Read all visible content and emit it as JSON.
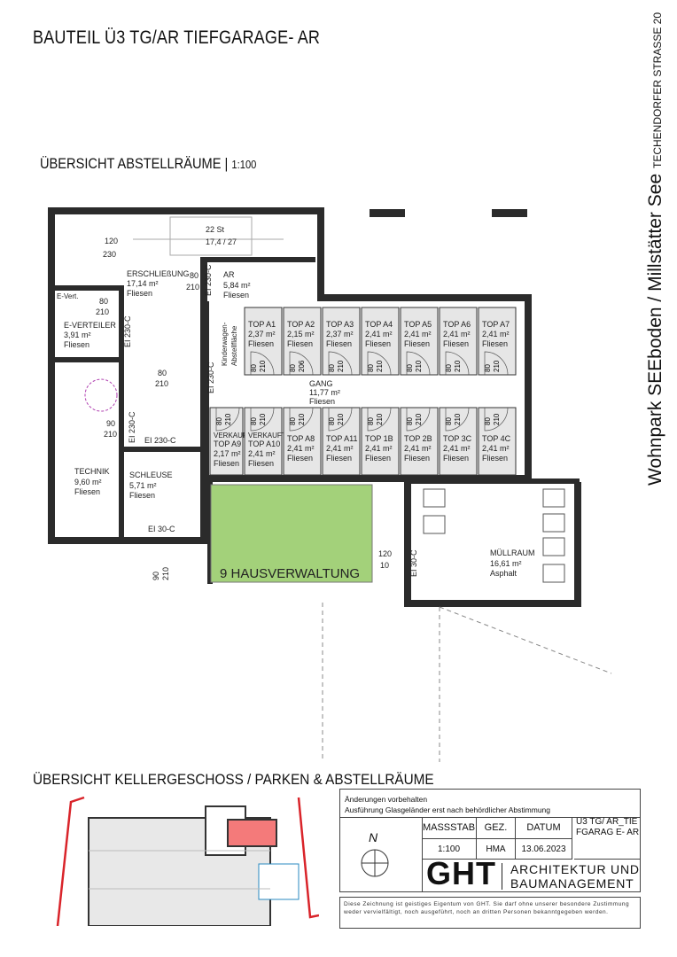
{
  "title": "BAUTEIL Ü3 TG/AR TIEFGARAGE- AR",
  "subtitle": {
    "text": "ÜBERSICHT ABSTELLRÄUME",
    "scale": "1:100"
  },
  "side_title": {
    "main": "Wohnpark SEEboden / Millstätter See",
    "street": "TECHENDORFER STRASSE 20"
  },
  "stairs": {
    "count": "22 St",
    "ratio": "17,4 / 27"
  },
  "rooms": {
    "erschliessung": [
      "ERSCHLIEßUNG",
      "17,14 m²",
      "Fliesen"
    ],
    "ar": [
      "AR",
      "5,84 m²",
      "Fliesen"
    ],
    "everteiler": [
      "E-VERTEILER",
      "3,91 m²",
      "Fliesen"
    ],
    "technik": [
      "TECHNIK",
      "9,60 m²",
      "Fliesen"
    ],
    "schleuse": [
      "SCHLEUSE",
      "5,71 m²",
      "Fliesen"
    ],
    "gang": [
      "GANG",
      "11,77 m²",
      "Fliesen"
    ],
    "muellraum": [
      "MÜLLRAUM",
      "16,61 m²",
      "Asphalt"
    ],
    "kinderwagen": [
      "Kinderwagen-",
      "Abstellfläche"
    ],
    "hausverwaltung": "9 HAUSVERWALTUNG",
    "evert": "E-Vert."
  },
  "storage_top": [
    {
      "name": "TOP A1",
      "area": "2,37 m²",
      "floor": "Fliesen",
      "door": [
        "80",
        "210"
      ]
    },
    {
      "name": "TOP A2",
      "area": "2,15 m²",
      "floor": "Fliesen",
      "door": [
        "80",
        "206"
      ]
    },
    {
      "name": "TOP A3",
      "area": "2,37 m²",
      "floor": "Fliesen",
      "door": [
        "80",
        "210"
      ]
    },
    {
      "name": "TOP A4",
      "area": "2,41 m²",
      "floor": "Fliesen",
      "door": [
        "80",
        "210"
      ]
    },
    {
      "name": "TOP A5",
      "area": "2,41 m²",
      "floor": "Fliesen",
      "door": [
        "80",
        "210"
      ]
    },
    {
      "name": "TOP A6",
      "area": "2,41 m²",
      "floor": "Fliesen",
      "door": [
        "80",
        "210"
      ]
    },
    {
      "name": "TOP A7",
      "area": "2,41 m²",
      "floor": "Fliesen",
      "door": [
        "80",
        "210"
      ]
    }
  ],
  "storage_bottom": [
    {
      "name": "TOP A9",
      "area": "2,17 m²",
      "floor": "Fliesen",
      "status": "VERKAUFT",
      "door": [
        "80",
        "210"
      ]
    },
    {
      "name": "TOP A10",
      "area": "2,41 m²",
      "floor": "Fliesen",
      "status": "VERKAUFT",
      "door": [
        "80",
        "210"
      ]
    },
    {
      "name": "TOP A8",
      "area": "2,41 m²",
      "floor": "Fliesen",
      "door": [
        "80",
        "210"
      ]
    },
    {
      "name": "TOP  A11",
      "area": "2,41 m²",
      "floor": "Fliesen",
      "door": [
        "80",
        "210"
      ]
    },
    {
      "name": "TOP 1B",
      "area": "2,41 m²",
      "floor": "Fliesen",
      "door": [
        "80",
        "210"
      ]
    },
    {
      "name": "TOP 2B",
      "area": "2,41 m²",
      "floor": "Fliesen",
      "door": [
        "80",
        "210"
      ]
    },
    {
      "name": "TOP 3C",
      "area": "2,41 m²",
      "floor": "Fliesen",
      "door": [
        "80",
        "210"
      ]
    },
    {
      "name": "TOP 4C",
      "area": "2,41 m²",
      "floor": "Fliesen",
      "door": [
        "80",
        "210"
      ]
    }
  ],
  "doors": {
    "d80": "80",
    "d90": "90",
    "d120": "120",
    "d210": "210",
    "d230": "230",
    "d10": "10",
    "ei230c": "EI 230-C",
    "ei30c": "EI 30-C"
  },
  "overview_title": "ÜBERSICHT KELLERGESCHOSS / PARKEN & ABSTELLRÄUME",
  "title_block": {
    "notes": [
      "Änderungen vorbehalten",
      "Ausführung Glasgeländer erst nach behördlicher Abstimmung"
    ],
    "north": "N",
    "headers": [
      "MASSSTAB",
      "GEZ.",
      "DATUM"
    ],
    "values": [
      "1:100",
      "HMA",
      "13.06.2023"
    ],
    "plan_id": "Ü3 TG/ AR_TIEFGARAG E- AR",
    "logo": "GHT",
    "company": [
      "ARCHITEKTUR UND",
      "BAUMANAGEMENT"
    ],
    "copyright": "Diese Zeichnung ist geistiges Eigentum von GHT. Sie darf ohne unserer besondere Zustimmung weder vervielfältigt, noch ausgeführt, noch an dritten Personen bekanntgegeben werden."
  },
  "colors": {
    "wall": "#2b2b2b",
    "storage": "#e6e6e6",
    "hausverwaltung": "#a3d17a",
    "highlight": "#f47a7a",
    "site_line": "#d9242a"
  }
}
